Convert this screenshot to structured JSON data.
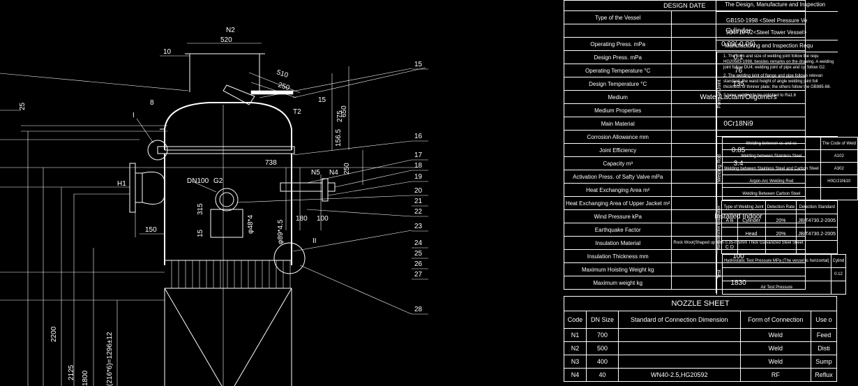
{
  "drawing": {
    "labels": {
      "n2": "N2",
      "dim_520": "520",
      "dim_10": "10",
      "dim_510": "510",
      "dim_250": "250",
      "dim_15": "15",
      "t2": "T2",
      "dim_275": "275",
      "dim_650": "650",
      "dim_1565": "156.5",
      "dim_738": "738",
      "dim_25": "25",
      "roman1": "I",
      "dim_8": "8",
      "h1": "H1",
      "dn100": "DN100",
      "g2": "G2",
      "n5": "N5",
      "n4": "N4",
      "dim_250b": "250",
      "dim_315": "315",
      "dim_15b": "15",
      "dim_phi": "φ48*4",
      "dim_phi2": "φ89*4.5",
      "dim_150": "150",
      "dim_180": "180",
      "dim_100": "100",
      "roman2": "II",
      "dim_2200": "2200",
      "dim_2125": "2125",
      "dim_1800": "1800",
      "dim_formula": "(216*6)=1296±12"
    },
    "callouts": [
      "15",
      "16",
      "17",
      "18",
      "19",
      "20",
      "21",
      "22",
      "23",
      "24",
      "25",
      "26",
      "27",
      "28"
    ]
  },
  "design": {
    "title": "DESIGN DATE",
    "rows": [
      {
        "label": "Type of the Vessel",
        "value": ""
      },
      {
        "label": "",
        "value": "Cylinder"
      },
      {
        "label": "Operating Press.   mPa",
        "value": "0.09(-0.06)"
      },
      {
        "label": "Design Press.   mPa",
        "value": "0.1"
      },
      {
        "label": "Operating Temperature °C",
        "value": "76"
      },
      {
        "label": "Design Temperature  °C",
        "value": "135"
      },
      {
        "label": "Medium",
        "value": "Water/Lactam/Oligomers"
      },
      {
        "label": "Medium Properties",
        "value": ""
      },
      {
        "label": "Main Material",
        "value": "0Cr18Ni9"
      },
      {
        "label": "Corrosion Allowance mm",
        "value": ""
      },
      {
        "label": "Joint Efficiency",
        "value": "0.85"
      },
      {
        "label": "Capacity     m³",
        "value": "3.4"
      },
      {
        "label": "Activation Press. of Safty Valve  mPa",
        "value": ""
      },
      {
        "label": "Heat Exchanging Area   m²",
        "value": ""
      },
      {
        "label": "Heat Exchanging Area of Upper Jacket  m²",
        "value": ""
      },
      {
        "label": "Wind Pressure    kPa",
        "value": "Installed Indoor"
      },
      {
        "label": "Earthquake Factor",
        "value": ""
      },
      {
        "label": "Insulation Material",
        "value": "Rock Wool(Shaped up with 0.35-0.5mm Thick Galvanized Steel Sheet"
      },
      {
        "label": "Insulation Thickness mm",
        "value": "100"
      },
      {
        "label": "Maximum Hoisting Weight    kg",
        "value": ""
      },
      {
        "label": "Maximum  weight   kg",
        "value": "1830"
      }
    ]
  },
  "inspection": {
    "title": "The Design, Manufacture and Inspection",
    "std1": "GB150-1998 <Steel Pressure Ve",
    "std2": "JB4710-92<Steel Tower Vessel>",
    "req_title": "Manufacturing and Inspection Requ",
    "side_joint": "Form of Joint",
    "req_text1": "1. The form and size of welding joint follow the requ HG20583-1998, besides remarks on the drawing.  A welding joint follow DU4; welding joint of pipe and cyl follow G2.",
    "req_text2": "2. The welding joint of flange and pipe follows relevan standard: the waist height of angle welding joint foll thickness of thinner plate; the others follow  the GB985-88.",
    "req_text3": "3.Inner welding to be polished to Ra1.6",
    "side_weld": "Welding Rod",
    "weld_rows": [
      {
        "label": "Welding between ss and ss",
        "value": "The Code of Weld"
      },
      {
        "label": "Welding between Stainless Steel",
        "value": "A102"
      },
      {
        "label": "Welding between Stainless Steel and Carbon Steel",
        "value": "A302"
      },
      {
        "label": "Argon-Arc Welding Rod",
        "value": "H0Cr21Ni10"
      },
      {
        "label": "Welding Between Carbon Steel",
        "value": ""
      }
    ],
    "side_nde": "Nondestructive Examination",
    "nde_head": {
      "type": "Type of Welding Joint",
      "rate": "Detection Rate",
      "std": "Detection Standard"
    },
    "nde_rows": [
      {
        "joint": "A B",
        "part": "Cylinder",
        "rate": "20%",
        "std": "JB/T4730.2-2005"
      },
      {
        "joint": "",
        "part": "Head",
        "rate": "20%",
        "std": "JB/T4730.2-2005"
      },
      {
        "joint": "C D",
        "part": "",
        "rate": "",
        "std": ""
      }
    ],
    "side_test": "Test",
    "test_rows": [
      {
        "label": "Hydrostatic Test Pressure MPa (The vessel is horizontal)",
        "value": "Cylind"
      },
      {
        "label": "",
        "value": "0.12"
      },
      {
        "label": "Air Test Pressure",
        "value": ""
      }
    ]
  },
  "nozzle": {
    "title": "NOZZLE SHEET",
    "headers": [
      "Code",
      "DN Size",
      "Standard of Connection Dimension",
      "Form of Connection",
      "Use o"
    ],
    "rows": [
      [
        "N1",
        "700",
        "",
        "Weld",
        "Feed"
      ],
      [
        "N2",
        "500",
        "",
        "Weld",
        "Disti"
      ],
      [
        "N3",
        "400",
        "",
        "Weld",
        "Sump"
      ],
      [
        "N4",
        "40",
        "WN40-2.5,HG20592",
        "RF",
        "Reflux"
      ]
    ]
  }
}
